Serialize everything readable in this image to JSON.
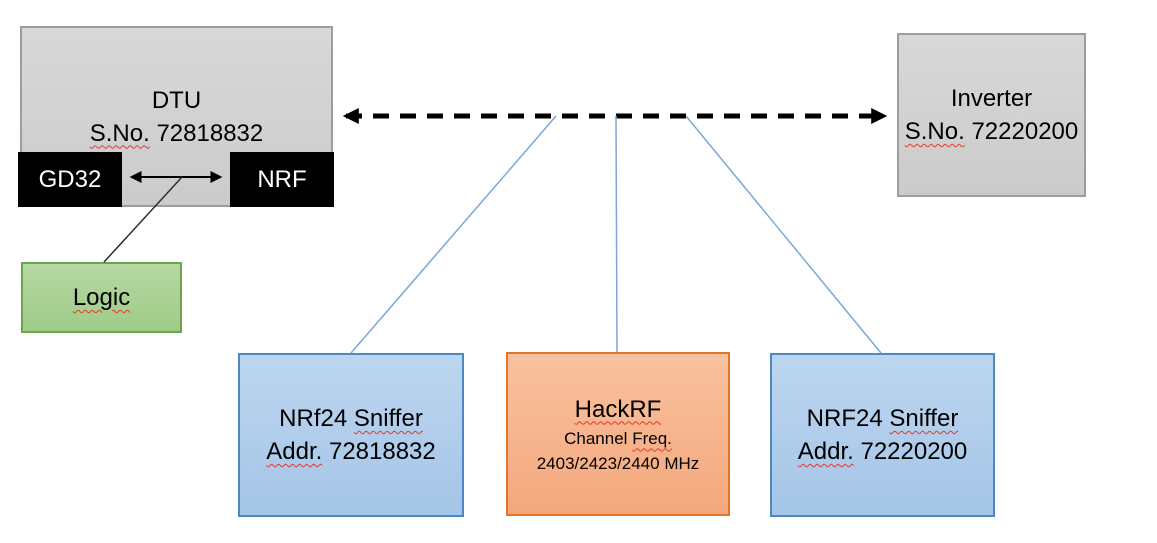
{
  "colors": {
    "background": "#ffffff",
    "gray_fill_top": "#d8d8d8",
    "gray_fill_bottom": "#cbcbcb",
    "gray_border": "#9d9d9d",
    "black_fill": "#000000",
    "green_fill_top": "#b6d8a3",
    "green_fill_bottom": "#9fcb87",
    "green_border": "#68a74b",
    "blue_fill_top": "#bdd6ef",
    "blue_fill_bottom": "#a4c5e7",
    "blue_border": "#4e87c5",
    "orange_fill_top": "#f9c19f",
    "orange_fill_bottom": "#f4a87c",
    "orange_border": "#e0762c",
    "connector_blue": "#7aa7d8",
    "arrow_black": "#000000",
    "text_white": "#ffffff",
    "spellcheck_red": "#e0392e"
  },
  "nodes": {
    "dtu": {
      "title": "DTU",
      "serial_label": "S.No.",
      "serial": "72818832"
    },
    "gd32": {
      "label": "GD32"
    },
    "nrf": {
      "label": "NRF"
    },
    "logic": {
      "label": "Logic"
    },
    "inverter": {
      "title": "Inverter",
      "serial_label": "S.No.",
      "serial": "72220200"
    },
    "sniffer_left": {
      "device": "NRf24",
      "role": "Sniffer",
      "addr_label": "Addr.",
      "addr": "72818832"
    },
    "hackrf": {
      "title": "HackRF",
      "channel_word": "Channel",
      "freq_word": "Freq.",
      "frequencies": "2403/2423/2440 MHz"
    },
    "sniffer_right": {
      "device": "NRF24",
      "role": "Sniffer",
      "addr_label": "Addr.",
      "addr": "72220200"
    }
  }
}
